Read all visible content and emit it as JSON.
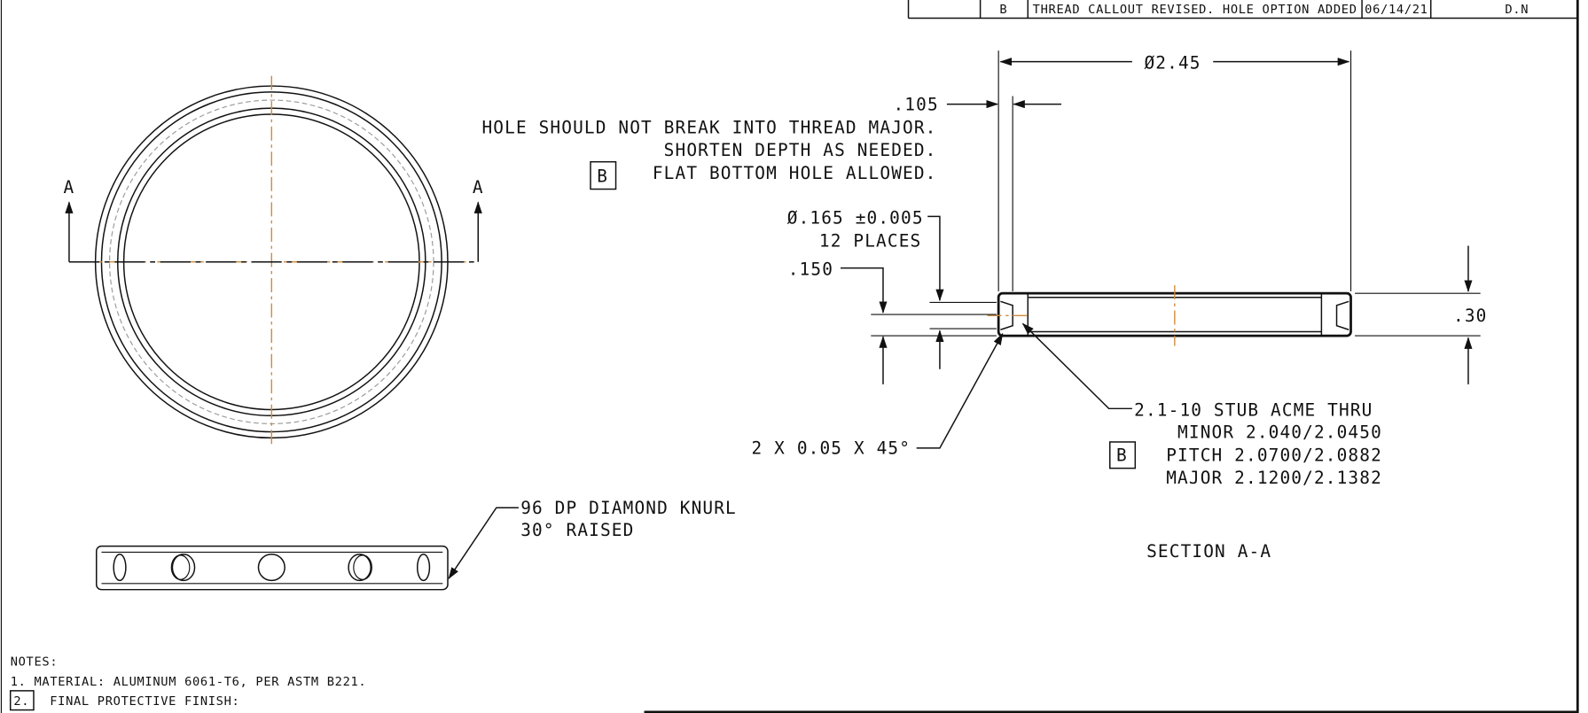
{
  "revision_row": {
    "rev": "B",
    "description": "THREAD CALLOUT REVISED. HOLE OPTION ADDED",
    "date": "06/14/21",
    "by": "D.N"
  },
  "section_marks": {
    "left": "A",
    "right": "A"
  },
  "knurl": {
    "line1": "96 DP DIAMOND KNURL",
    "line2": "30° RAISED"
  },
  "section_view": {
    "diameter": "Ø2.45",
    "hole_offset": ".105",
    "hole_note_1": "HOLE SHOULD NOT BREAK INTO THREAD MAJOR.",
    "hole_note_2": "SHORTEN DEPTH AS NEEDED.",
    "hole_note_3": "FLAT BOTTOM HOLE ALLOWED.",
    "hole_flag": "B",
    "hole_dia": "Ø.165 ±0.005",
    "hole_qty": "12 PLACES",
    "hole_depth_pos": ".150",
    "thickness": ".30",
    "chamfer": "2 X 0.05 X 45°",
    "thread_1": "2.1-10 STUB ACME THRU",
    "thread_minor": "MINOR 2.040/2.0450",
    "thread_pitch": "PITCH 2.0700/2.0882",
    "thread_major": "MAJOR 2.1200/2.1382",
    "thread_flag": "B",
    "title": "SECTION A-A"
  },
  "notes": {
    "heading": "NOTES:",
    "note1": "1.  MATERIAL: ALUMINUM 6061-T6, PER ASTM B221.",
    "note2_num": "2.",
    "note2": "FINAL PROTECTIVE FINISH:"
  }
}
